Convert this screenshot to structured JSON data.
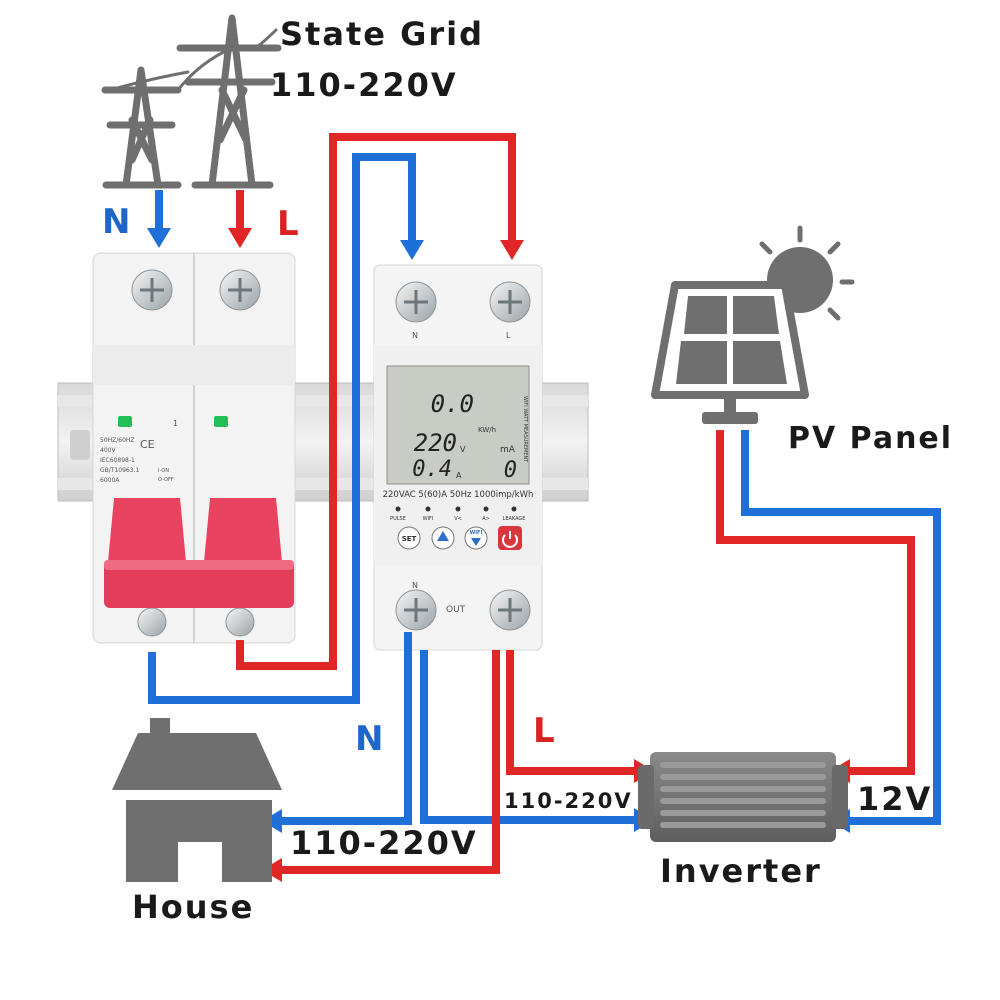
{
  "labels": {
    "state_grid": "State Grid",
    "grid_voltage": "110-220V",
    "n_top": "N",
    "l_top": "L",
    "n_bottom": "N",
    "l_bottom": "L",
    "pv_panel": "PV Panel",
    "house": "House",
    "inverter": "Inverter",
    "house_voltage": "110-220V",
    "inverter_out_voltage": "110-220V",
    "dc_voltage": "12V"
  },
  "breaker": {
    "rating_line1": "50HZ/60HZ",
    "rating_line2": "400V",
    "rating_line3": "IEC60898-1",
    "rating_line4": "GB/T10963.1",
    "rating_line5": "6000A",
    "on_label": "I-ON",
    "off_label": "O-OFF",
    "pole_number": "1"
  },
  "meter": {
    "energy_value": "0.0",
    "energy_unit": "KW/h",
    "voltage_value": "220",
    "voltage_unit": "V",
    "current_value": "0.4",
    "current_unit": "A",
    "leak_unit": "mA",
    "leak_value": "0",
    "side_text": "WIFI WATT MEASUREMENT",
    "spec": "220VAC 5(60)A 50Hz 1000imp/kWh",
    "indicators": [
      "PULSE",
      "WIFI",
      "V<",
      "A>",
      "LEAKAGE"
    ],
    "btn_set": "SET",
    "btn_wifi": "WIFI",
    "top_n": "N",
    "top_l": "L",
    "bottom_n": "N",
    "bottom_out": "OUT"
  },
  "colors": {
    "neutral_wire": "#1f6fd9",
    "live_wire": "#e02626",
    "icon_gray": "#6f6f6f",
    "breaker_handle": "#e8435f",
    "lcd_bg": "#c9ccc4",
    "power_button": "#d9363e"
  },
  "icons": [
    "pylon-icon",
    "house-icon",
    "solar-panel-icon",
    "sun-icon",
    "inverter-icon",
    "power-icon",
    "up-arrow-icon",
    "down-arrow-icon"
  ]
}
